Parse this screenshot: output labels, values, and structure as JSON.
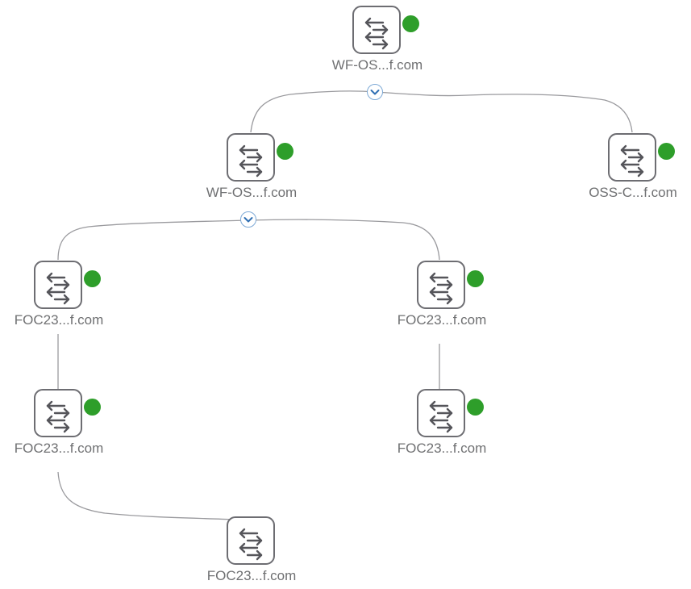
{
  "status_colors": {
    "up": "#2e9e2a"
  },
  "icons": {
    "device": "switch-arrows-icon",
    "toggle": "chevron-down-icon"
  },
  "topology": {
    "nodes": [
      {
        "id": "n1",
        "label": "WF-OS...f.com",
        "status": "up"
      },
      {
        "id": "n2",
        "label": "WF-OS...f.com",
        "status": "up"
      },
      {
        "id": "n3",
        "label": "OSS-C...f.com",
        "status": "up"
      },
      {
        "id": "n4",
        "label": "FOC23...f.com",
        "status": "up"
      },
      {
        "id": "n5",
        "label": "FOC23...f.com",
        "status": "up"
      },
      {
        "id": "n6",
        "label": "FOC23...f.com",
        "status": "up"
      },
      {
        "id": "n7",
        "label": "FOC23...f.com",
        "status": "up"
      },
      {
        "id": "n8",
        "label": "FOC23...f.com",
        "status": "none"
      }
    ],
    "links": [
      [
        "n1",
        "n2"
      ],
      [
        "n1",
        "n3"
      ],
      [
        "n2",
        "n4"
      ],
      [
        "n2",
        "n5"
      ],
      [
        "n4",
        "n6"
      ],
      [
        "n5",
        "n7"
      ],
      [
        "n6",
        "n8"
      ]
    ],
    "expanded_groups": [
      "n1",
      "n2"
    ]
  }
}
